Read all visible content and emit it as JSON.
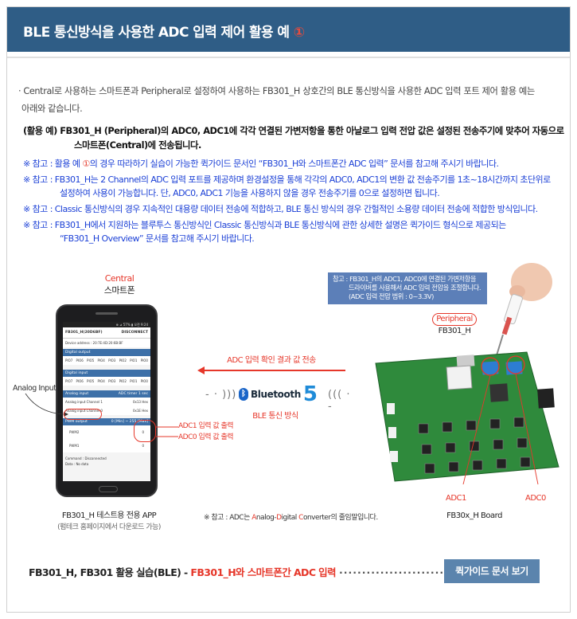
{
  "header": {
    "title": "BLE 통신방식을 사용한 ADC 입력 제어 활용 예",
    "badge": "①"
  },
  "intro": {
    "line1": "· Central로 사용하는 스마트폰과 Peripheral로 설정하여 사용하는 FB301_H 상호간의 BLE 통신방식을 사용한 ADC 입력 포트 제어 활용 예는",
    "line2": "아래와 같습니다."
  },
  "example": {
    "line1": "(활용 예) FB301_H (Peripheral)의 ADC0, ADC1에 각각 연결된 가변저항을 통한 아날로그 입력 전압 값은 설정된 전송주기에 맞추어 자동으로",
    "line2": "스마트폰(Central)에 전송됩니다."
  },
  "notes": [
    {
      "p1": "※ 참고 : 활용 예 ",
      "circ": "①",
      "p2": "의 경우 따라하기 실습이 가능한 퀵가이드 문서인 “FB301_H와 스마트폰간 ADC 입력” 문서를 참고해 주시기 바랍니다."
    },
    {
      "line1": "※ 참고 : FB301_H는 2 Channel의 ADC 입력 포트를 제공하며 환경설정을 통해 각각의 ADC0, ADC1의 변환 값 전송주기를 1초~18시간까지 초단위로",
      "line2": "설정하여 사용이 가능합니다. 단, ADC0, ADC1 기능을 사용하지 않을 경우 전송주기를 0으로 설정하면 됩니다."
    },
    {
      "line1": "※ 참고 : Classic 통신방식의 경우 지속적인 대용량 데이터 전송에 적합하고, BLE 통신 방식의 경우 간헐적인 소용량 데이터 전송에 적합한 방식입니다."
    },
    {
      "line1": "※ 참고 : FB301_H에서 지원하는 블루투스 통신방식인 Classic 통신방식과 BLE 통신방식에 관한 상세한 설명은 퀵가이드 형식으로 제공되는",
      "line2": "“FB301_H Overview” 문서를 참고해 주시기 바랍니다."
    }
  ],
  "central": {
    "role": "Central",
    "device": "스마트폰"
  },
  "phone_app": {
    "status": "⊕ ⊿ 57% ▮ 오전 9:24",
    "title": "FB301_H(20D6BF)",
    "disconnect": "DISCONNECT",
    "device_address": "Device address : 20:7E:4D:20:6B:BF",
    "digital_output": "Digital output",
    "pio_out": [
      "PIO7",
      "PIO6",
      "PIO5",
      "PIO4",
      "PIO3",
      "PIO2",
      "PIO1",
      "PIO0"
    ],
    "digital_input": "Digital input",
    "pio_in": [
      "PIO7",
      "PIO6",
      "PIO5",
      "PIO4",
      "PIO3",
      "PIO2",
      "PIO1",
      "PIO0"
    ],
    "analog_input": "Analog input",
    "adc_timer": "ADC timer",
    "timer_value": "1 sec",
    "ch1_label": "Analog input Channel 1",
    "ch1_value": "0x13 Hex",
    "ch0_label": "Analog input Channel 0",
    "ch0_value": "0x1E Hex",
    "pwm_output": "PWM output",
    "pwm_range": "0 [Min] ~ 255 [Max]",
    "pwm2": "PWM2",
    "pwm2_value": "0",
    "pwm1": "PWM1",
    "pwm1_value": "0",
    "command": "Command : Disconnected",
    "data": "Data : No data"
  },
  "labels": {
    "analog_input": "Analog Input",
    "adc1_out": "ADC1 입력 값 출력",
    "adc0_out": "ADC0 입력 값 출력",
    "app_name": "FB301_H 테스트용 전용 APP",
    "app_sub": "(펌테크 홈페이지에서 다운로드 가능)",
    "transfer": "ADC 입력 확인 결과 값 전송",
    "bluetooth": "Bluetooth",
    "bluetooth_ver": "5",
    "ble": "BLE 통신 방식",
    "adc_def_pre": "※ 참고 : ADC는 ",
    "adc_def_a": "A",
    "adc_def_mid1": "nalog-",
    "adc_def_d": "D",
    "adc_def_mid2": "igital ",
    "adc_def_c": "C",
    "adc_def_post": "onverter의 줄임말입니다.",
    "ref_line1": "참고 : FB301_H의 ADC1, ADC0에 연결된 가변저항을",
    "ref_line2": "드라이버를 사용해서 ADC 입력 전압을 조절합니다.",
    "ref_line3": "(ADC 입력 전압 범위 : 0~3.3V)",
    "peripheral": "Peripheral",
    "device_name": "FB301_H",
    "adc1": "ADC1",
    "adc0": "ADC0",
    "board": "FB30x_H Board"
  },
  "footer": {
    "prefix": "FB301_H, FB301 활용 실습(BLE) - ",
    "highlight": "FB301_H와 스마트폰간 ADC 입력",
    "dots": "······························",
    "button": "퀵가이드 문서 보기"
  },
  "colors": {
    "header_bg": "#2f5d86",
    "accent_red": "#e6372a",
    "note_blue": "#1a3fd6",
    "button_bg": "#5b84ad"
  }
}
